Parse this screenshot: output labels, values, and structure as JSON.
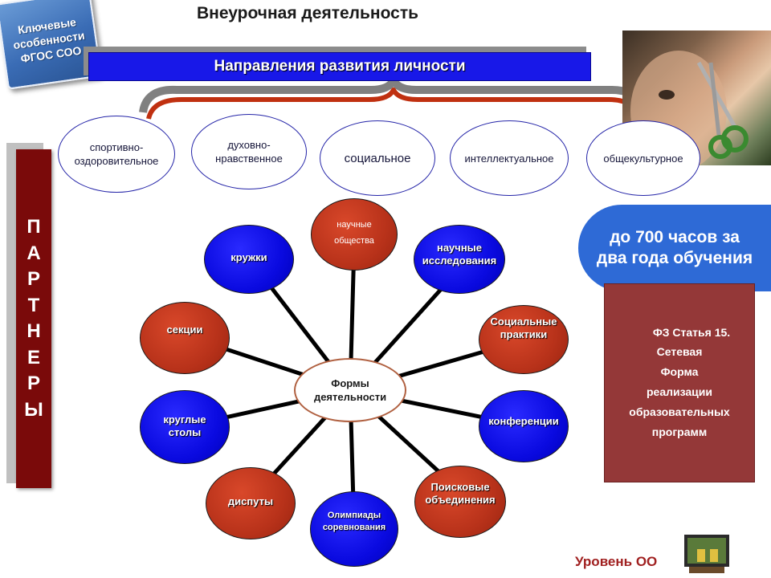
{
  "badge": {
    "text": "Ключевые\nособенности\nФГОС СОО"
  },
  "title": "Внеурочная деятельность",
  "directions": {
    "header": "Направления развития личности",
    "items": [
      "спортивно-\nоздоровительное",
      "духовно-\nнравственное",
      "социальное",
      "интеллектуальное",
      "общекультурное"
    ]
  },
  "partners": {
    "label": "П\nА\nР\nТ\nН\nЕ\nР\nЫ"
  },
  "forms": {
    "center": "Формы\nдеятельности",
    "nodes": [
      {
        "label": "научные\nобщества",
        "color": "#b8321a"
      },
      {
        "label": "научные\nисследования",
        "color": "#0a0ae0"
      },
      {
        "label": "Социальные\nпрактики",
        "color": "#b8321a"
      },
      {
        "label": "конференции",
        "color": "#0a0ae0"
      },
      {
        "label": "Поисковые\nобъединения",
        "color": "#b8321a"
      },
      {
        "label": "Олимпиады\nсоревнования",
        "color": "#0a0ae0"
      },
      {
        "label": "диспуты",
        "color": "#b8321a"
      },
      {
        "label": "круглые\nстолы",
        "color": "#0a0ae0"
      },
      {
        "label": "секции",
        "color": "#b8321a"
      },
      {
        "label": "кружки",
        "color": "#0a0ae0"
      }
    ]
  },
  "hours": {
    "text": "до 700 часов за\nдва года обучения"
  },
  "law": {
    "reference": "ФЗ  Статья  15.",
    "text": "Сетевая\nФорма\nреализации\nобразовательных\nпрограмм"
  },
  "footer": {
    "level": "Уровень ОО"
  },
  "colors": {
    "accent_blue": "#1818e8",
    "accent_red": "#b8321a",
    "dark_red": "#7a0a0a",
    "law_box": "#943838"
  }
}
